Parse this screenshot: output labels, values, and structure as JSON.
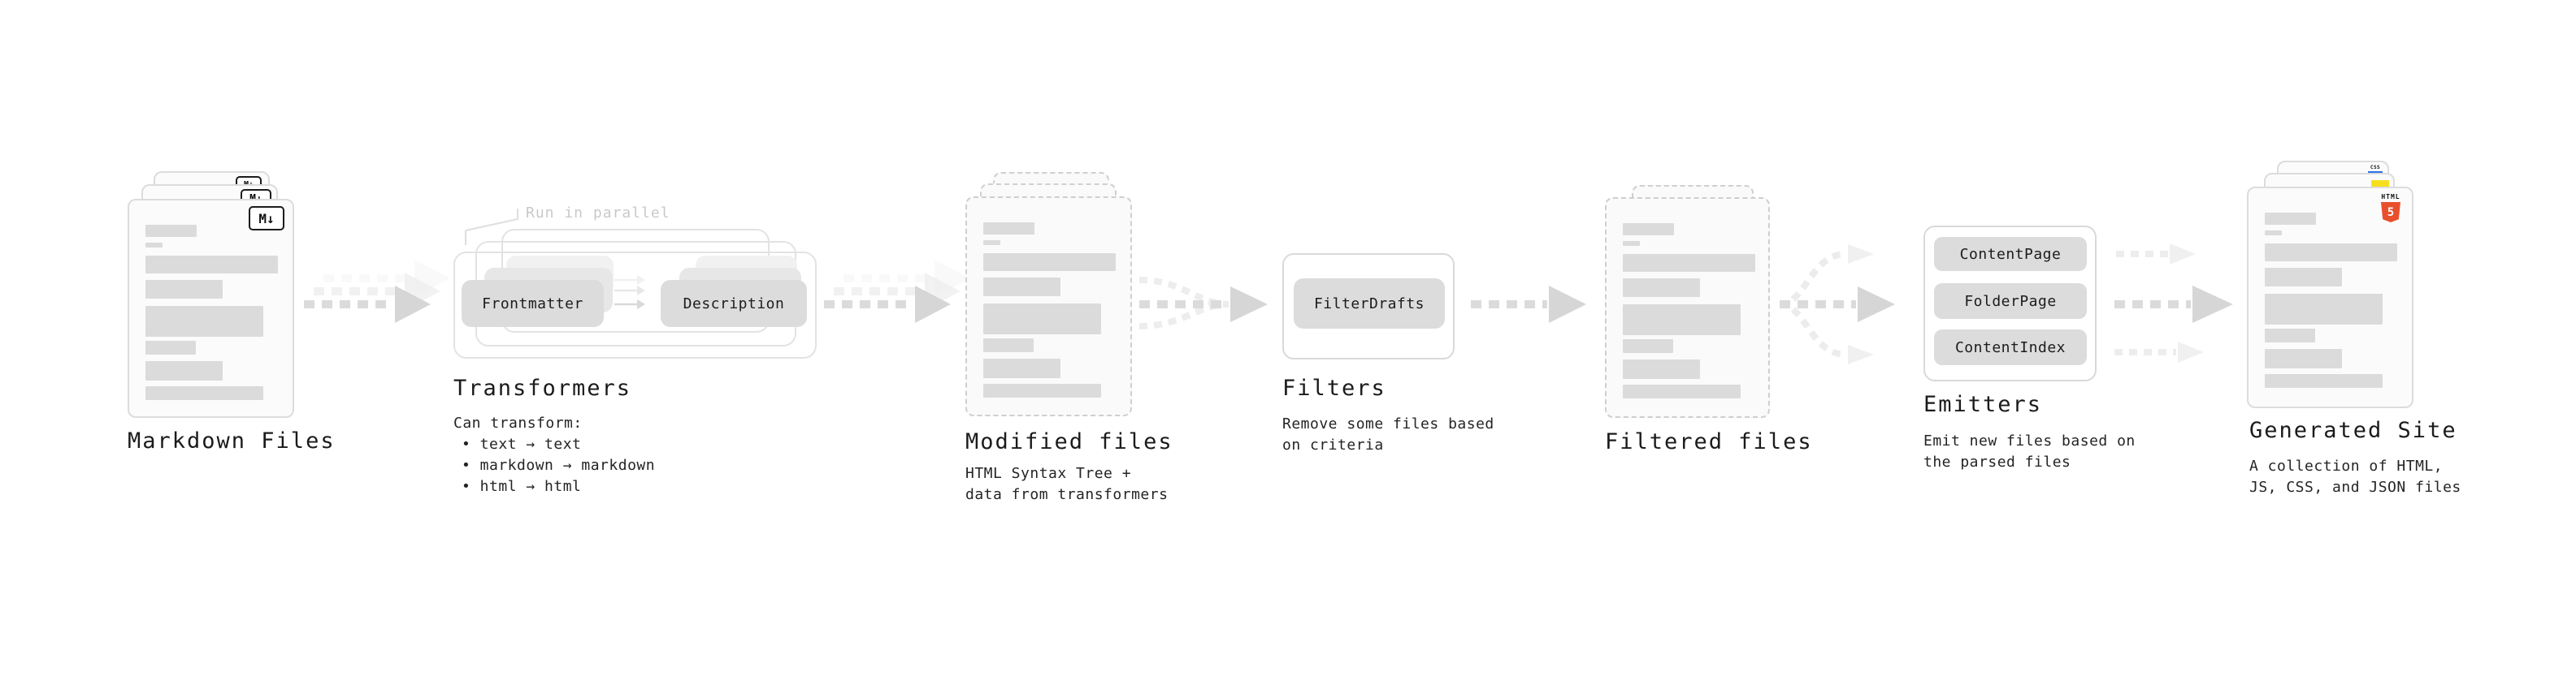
{
  "stages": {
    "markdown": {
      "label": "Markdown Files",
      "badge": "M↓"
    },
    "transformers": {
      "title": "Transformers",
      "annotation": "Run in parallel",
      "nodes": {
        "left": "Frontmatter",
        "right": "Description"
      },
      "desc_heading": "Can transform:",
      "bullets": [
        "• text → text",
        "• markdown → markdown",
        "• html → html"
      ]
    },
    "modified": {
      "title": "Modified files",
      "desc": [
        "HTML Syntax Tree +",
        "data from transformers"
      ]
    },
    "filters": {
      "title": "Filters",
      "node": "FilterDrafts",
      "desc": [
        "Remove some files based",
        "on criteria"
      ]
    },
    "filtered": {
      "title": "Filtered files"
    },
    "emitters": {
      "title": "Emitters",
      "nodes": [
        "ContentPage",
        "FolderPage",
        "ContentIndex"
      ],
      "desc": [
        "Emit new files based on",
        "the parsed files"
      ]
    },
    "generated": {
      "title": "Generated Site",
      "desc": [
        "A collection of HTML,",
        "JS, CSS, and JSON files"
      ],
      "badges": {
        "html_label": "HTML",
        "html_number": "5",
        "css_label": "CSS"
      }
    }
  },
  "colors": {
    "html_orange": "#e8502c",
    "js_yellow": "#f7df1e",
    "css_blue": "#2f6fed",
    "arrow_gray": "#d6d6d6",
    "card_border": "#dcdcdc"
  }
}
